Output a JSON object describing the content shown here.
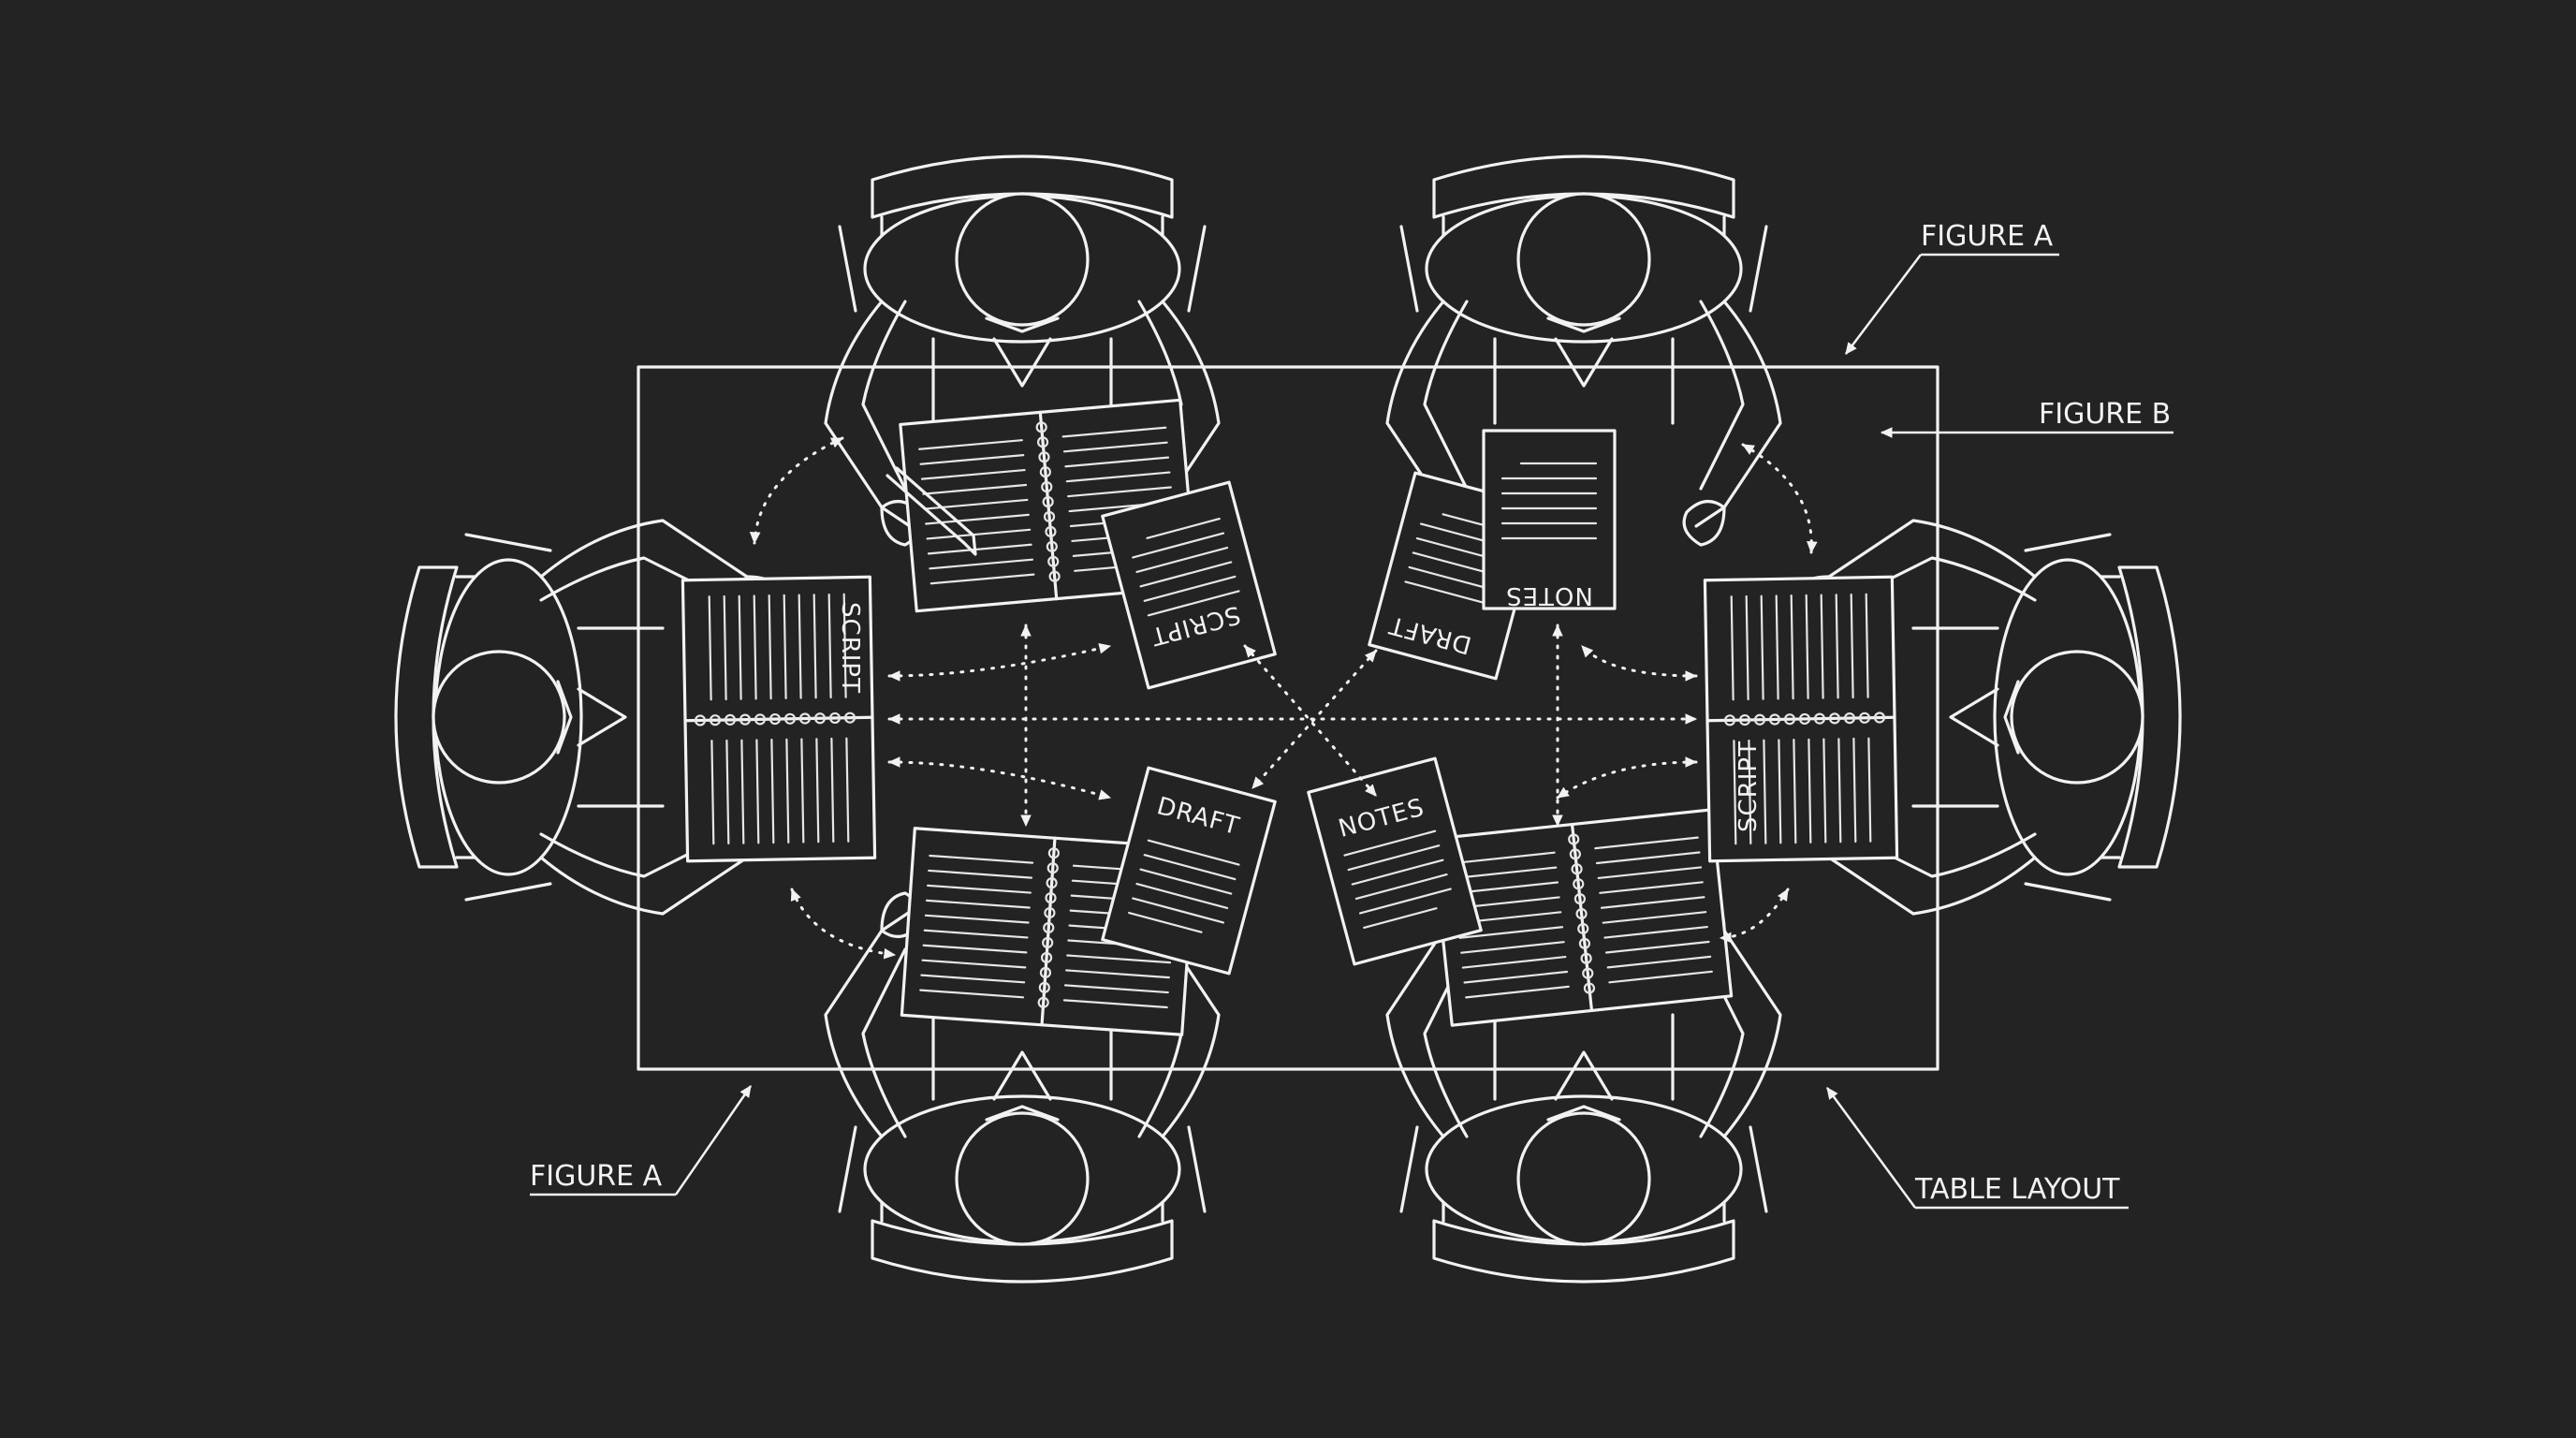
{
  "diagram": {
    "callouts": {
      "figure_a_top": "FIGURE A",
      "figure_b": "FIGURE B",
      "figure_a_bottom": "FIGURE A",
      "table_layout": "TABLE LAYOUT"
    },
    "document_labels": {
      "script_left": "SCRIPT",
      "script_top": "SCRIPT",
      "script_right": "SCRIPT",
      "draft_top": "DRAFT",
      "draft_bottom": "DRAFT",
      "notes_top": "NOTES",
      "notes_bottom": "NOTES"
    }
  },
  "colors": {
    "background": "#232323",
    "line": "#f2f2f2"
  }
}
